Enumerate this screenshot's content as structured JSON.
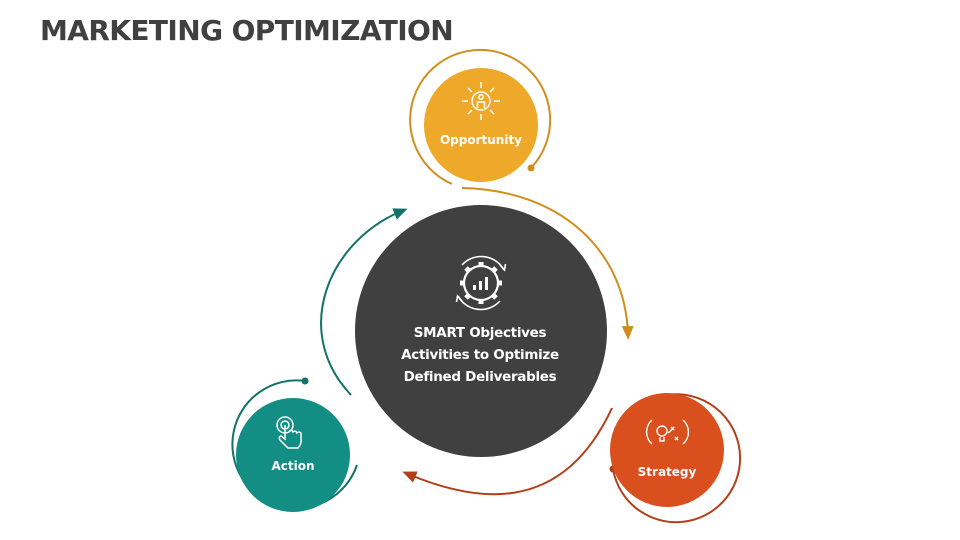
{
  "title": "MARKETING OPTIMIZATION",
  "center": {
    "icon": "gear-chart-cycle-icon",
    "color": "#404040",
    "lines": [
      "SMART Objectives",
      "Activities to Optimize",
      "Defined Deliverables"
    ]
  },
  "nodes": [
    {
      "label": "Opportunity",
      "icon": "person-arrows-icon",
      "color": "#EFA92A",
      "ring_color": "#D08E1E"
    },
    {
      "label": "Strategy",
      "icon": "lightbulb-strategy-icon",
      "color": "#D94F1E",
      "ring_color": "#B33E18"
    },
    {
      "label": "Action",
      "icon": "hand-tap-icon",
      "color": "#138E84",
      "ring_color": "#117268"
    }
  ]
}
